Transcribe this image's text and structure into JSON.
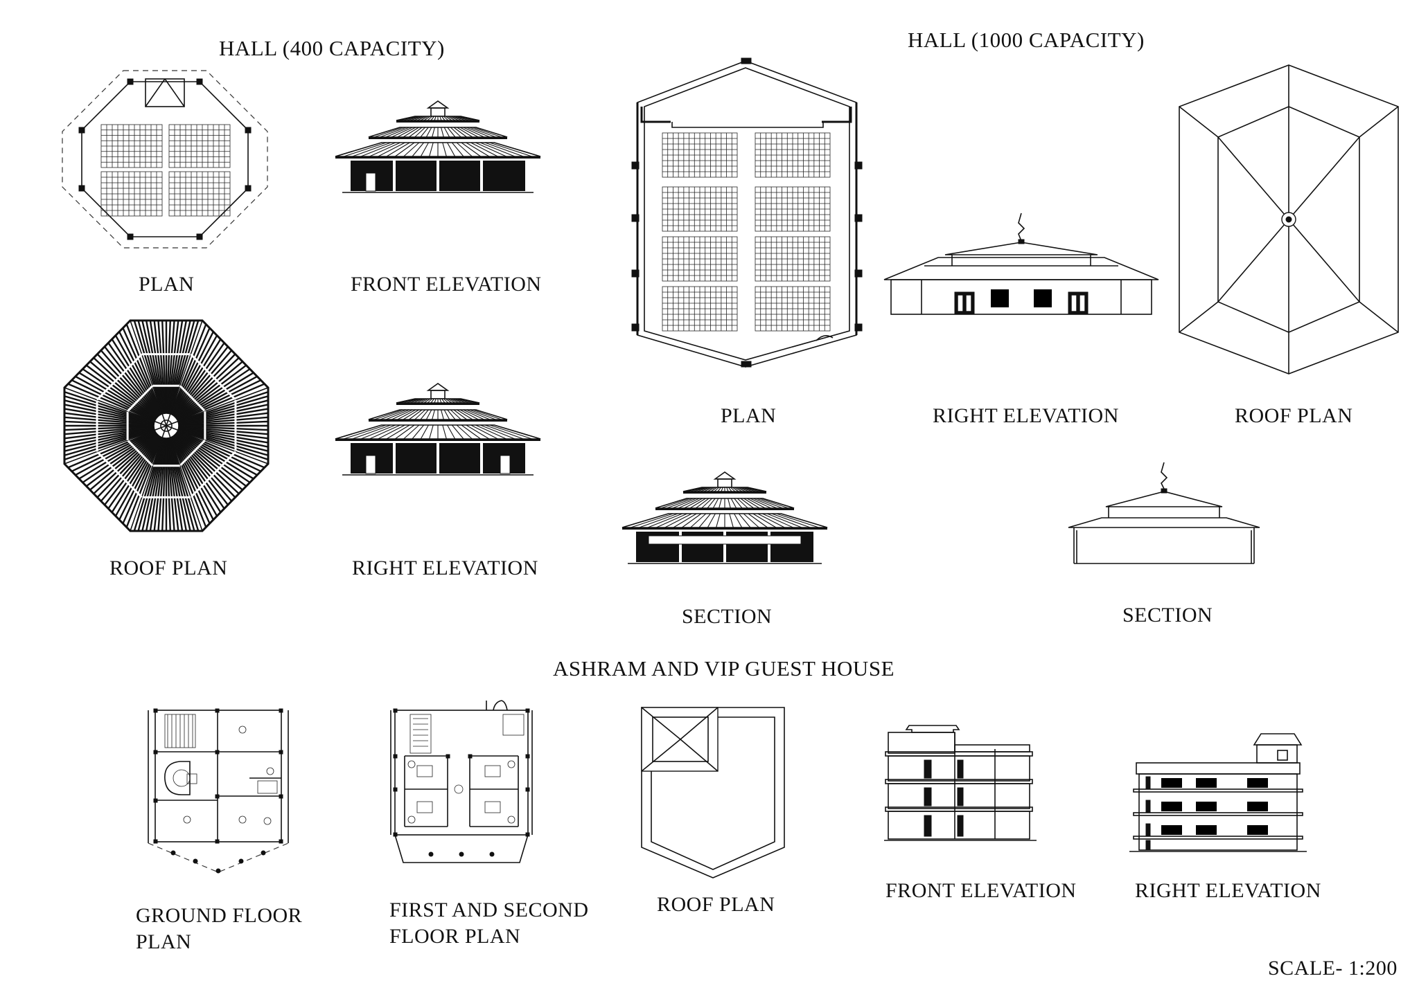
{
  "hall400": {
    "title": "HALL (400 CAPACITY)",
    "plan_label": "PLAN",
    "front_elevation_label": "FRONT ELEVATION",
    "roof_plan_label": "ROOF PLAN",
    "right_elevation_label": "RIGHT ELEVATION",
    "section_label": "SECTION"
  },
  "hall1000": {
    "title": "HALL (1000 CAPACITY)",
    "plan_label": "PLAN",
    "right_elevation_label": "RIGHT ELEVATION",
    "roof_plan_label": "ROOF PLAN",
    "section_label": "SECTION"
  },
  "ashram": {
    "title": "ASHRAM AND VIP GUEST HOUSE",
    "ground_floor_label_line1": "GROUND FLOOR",
    "ground_floor_label_line2": "PLAN",
    "first_second_label_line1": "FIRST AND SECOND",
    "first_second_label_line2": "FLOOR PLAN",
    "roof_plan_label": "ROOF PLAN",
    "front_elevation_label": "FRONT ELEVATION",
    "right_elevation_label": "RIGHT ELEVATION"
  },
  "scale": "SCALE- 1:200"
}
